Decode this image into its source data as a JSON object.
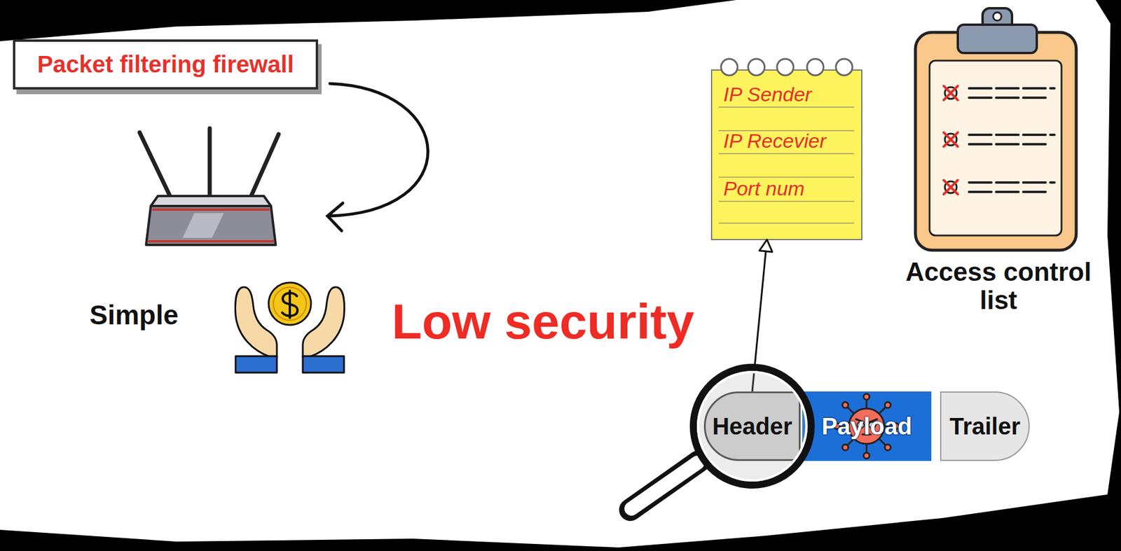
{
  "diagram": {
    "nodes": [
      {
        "text": [
          "Packet filtering firewall"
        ]
      },
      {
        "text": [
          "IP Sender",
          "IP Recevier",
          "Port num"
        ]
      },
      {
        "text": [
          "Access control list"
        ]
      },
      {
        "text": [
          "Header"
        ]
      },
      {
        "text": [
          "Payload"
        ]
      },
      {
        "text": [
          "Trailer"
        ]
      }
    ],
    "edges": [
      {
        "from": 3,
        "to": 1,
        "arrow": "to"
      }
    ],
    "labels": [
      "Simple",
      "Low security"
    ]
  }
}
